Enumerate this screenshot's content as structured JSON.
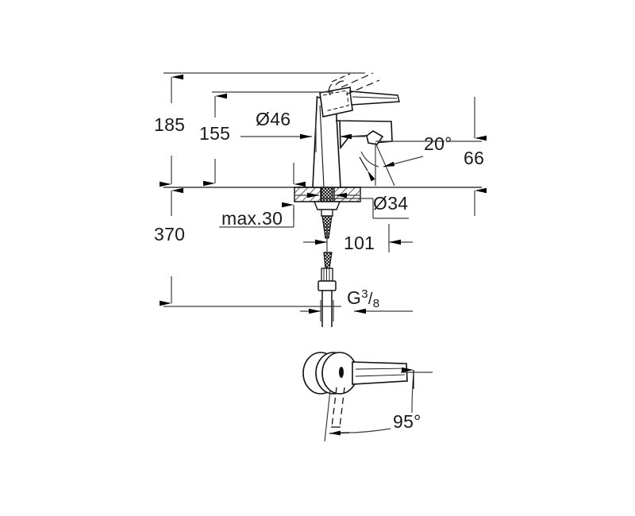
{
  "drawing": {
    "title": "Single-lever basin mixer technical dimension drawing",
    "units": "mm",
    "line_color": "#3c3c3c",
    "arrow_color": "#000000",
    "outline_color": "#111111",
    "background": "#ffffff"
  },
  "dimensions": {
    "total_height": "185",
    "spout_height": "155",
    "spout_diameter": "Ø46",
    "hole_diameter": "Ø34",
    "spout_reach": "101",
    "counter_thickness": "max.30",
    "supply_length": "370",
    "spout_outlet_height": "66",
    "spout_angle": "20°",
    "thread_label_g": "G",
    "thread_numerator": "3",
    "thread_denominator": "8",
    "lever_swivel_angle": "95°"
  },
  "views": {
    "front_elevation": "front-elevation-view",
    "top_plan": "top-plan-view"
  },
  "labels": [
    {
      "id": "dim-185",
      "text": "185"
    },
    {
      "id": "dim-155",
      "text": "155"
    },
    {
      "id": "dim-d46",
      "text": "Ø46"
    },
    {
      "id": "dim-20deg",
      "text": "20°"
    },
    {
      "id": "dim-66",
      "text": "66"
    },
    {
      "id": "dim-d34",
      "text": "Ø34"
    },
    {
      "id": "dim-max30",
      "text": "max.30"
    },
    {
      "id": "dim-370",
      "text": "370"
    },
    {
      "id": "dim-101",
      "text": "101"
    },
    {
      "id": "dim-g38",
      "text": "G 3/8"
    },
    {
      "id": "dim-95deg",
      "text": "95°"
    }
  ]
}
